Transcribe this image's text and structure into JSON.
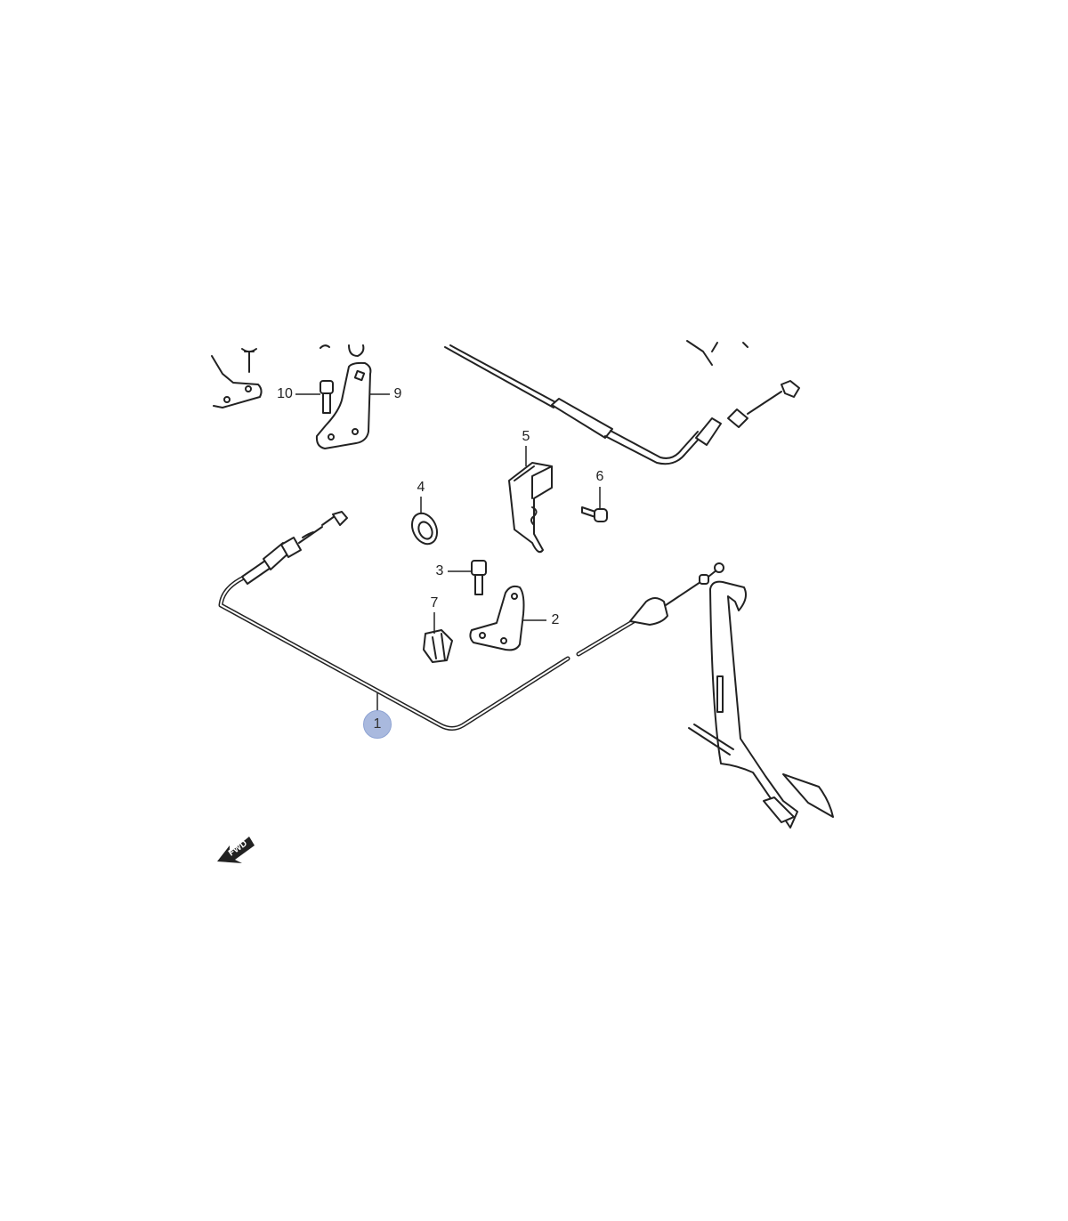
{
  "diagram": {
    "callouts": [
      {
        "id": "1",
        "label": "1",
        "highlighted": true
      },
      {
        "id": "2",
        "label": "2"
      },
      {
        "id": "3",
        "label": "3"
      },
      {
        "id": "4",
        "label": "4"
      },
      {
        "id": "5",
        "label": "5"
      },
      {
        "id": "6",
        "label": "6"
      },
      {
        "id": "7",
        "label": "7"
      },
      {
        "id": "9",
        "label": "9"
      },
      {
        "id": "10",
        "label": "10"
      }
    ],
    "fwd_label": "FWD",
    "highlight_color": "#a9b9de"
  }
}
